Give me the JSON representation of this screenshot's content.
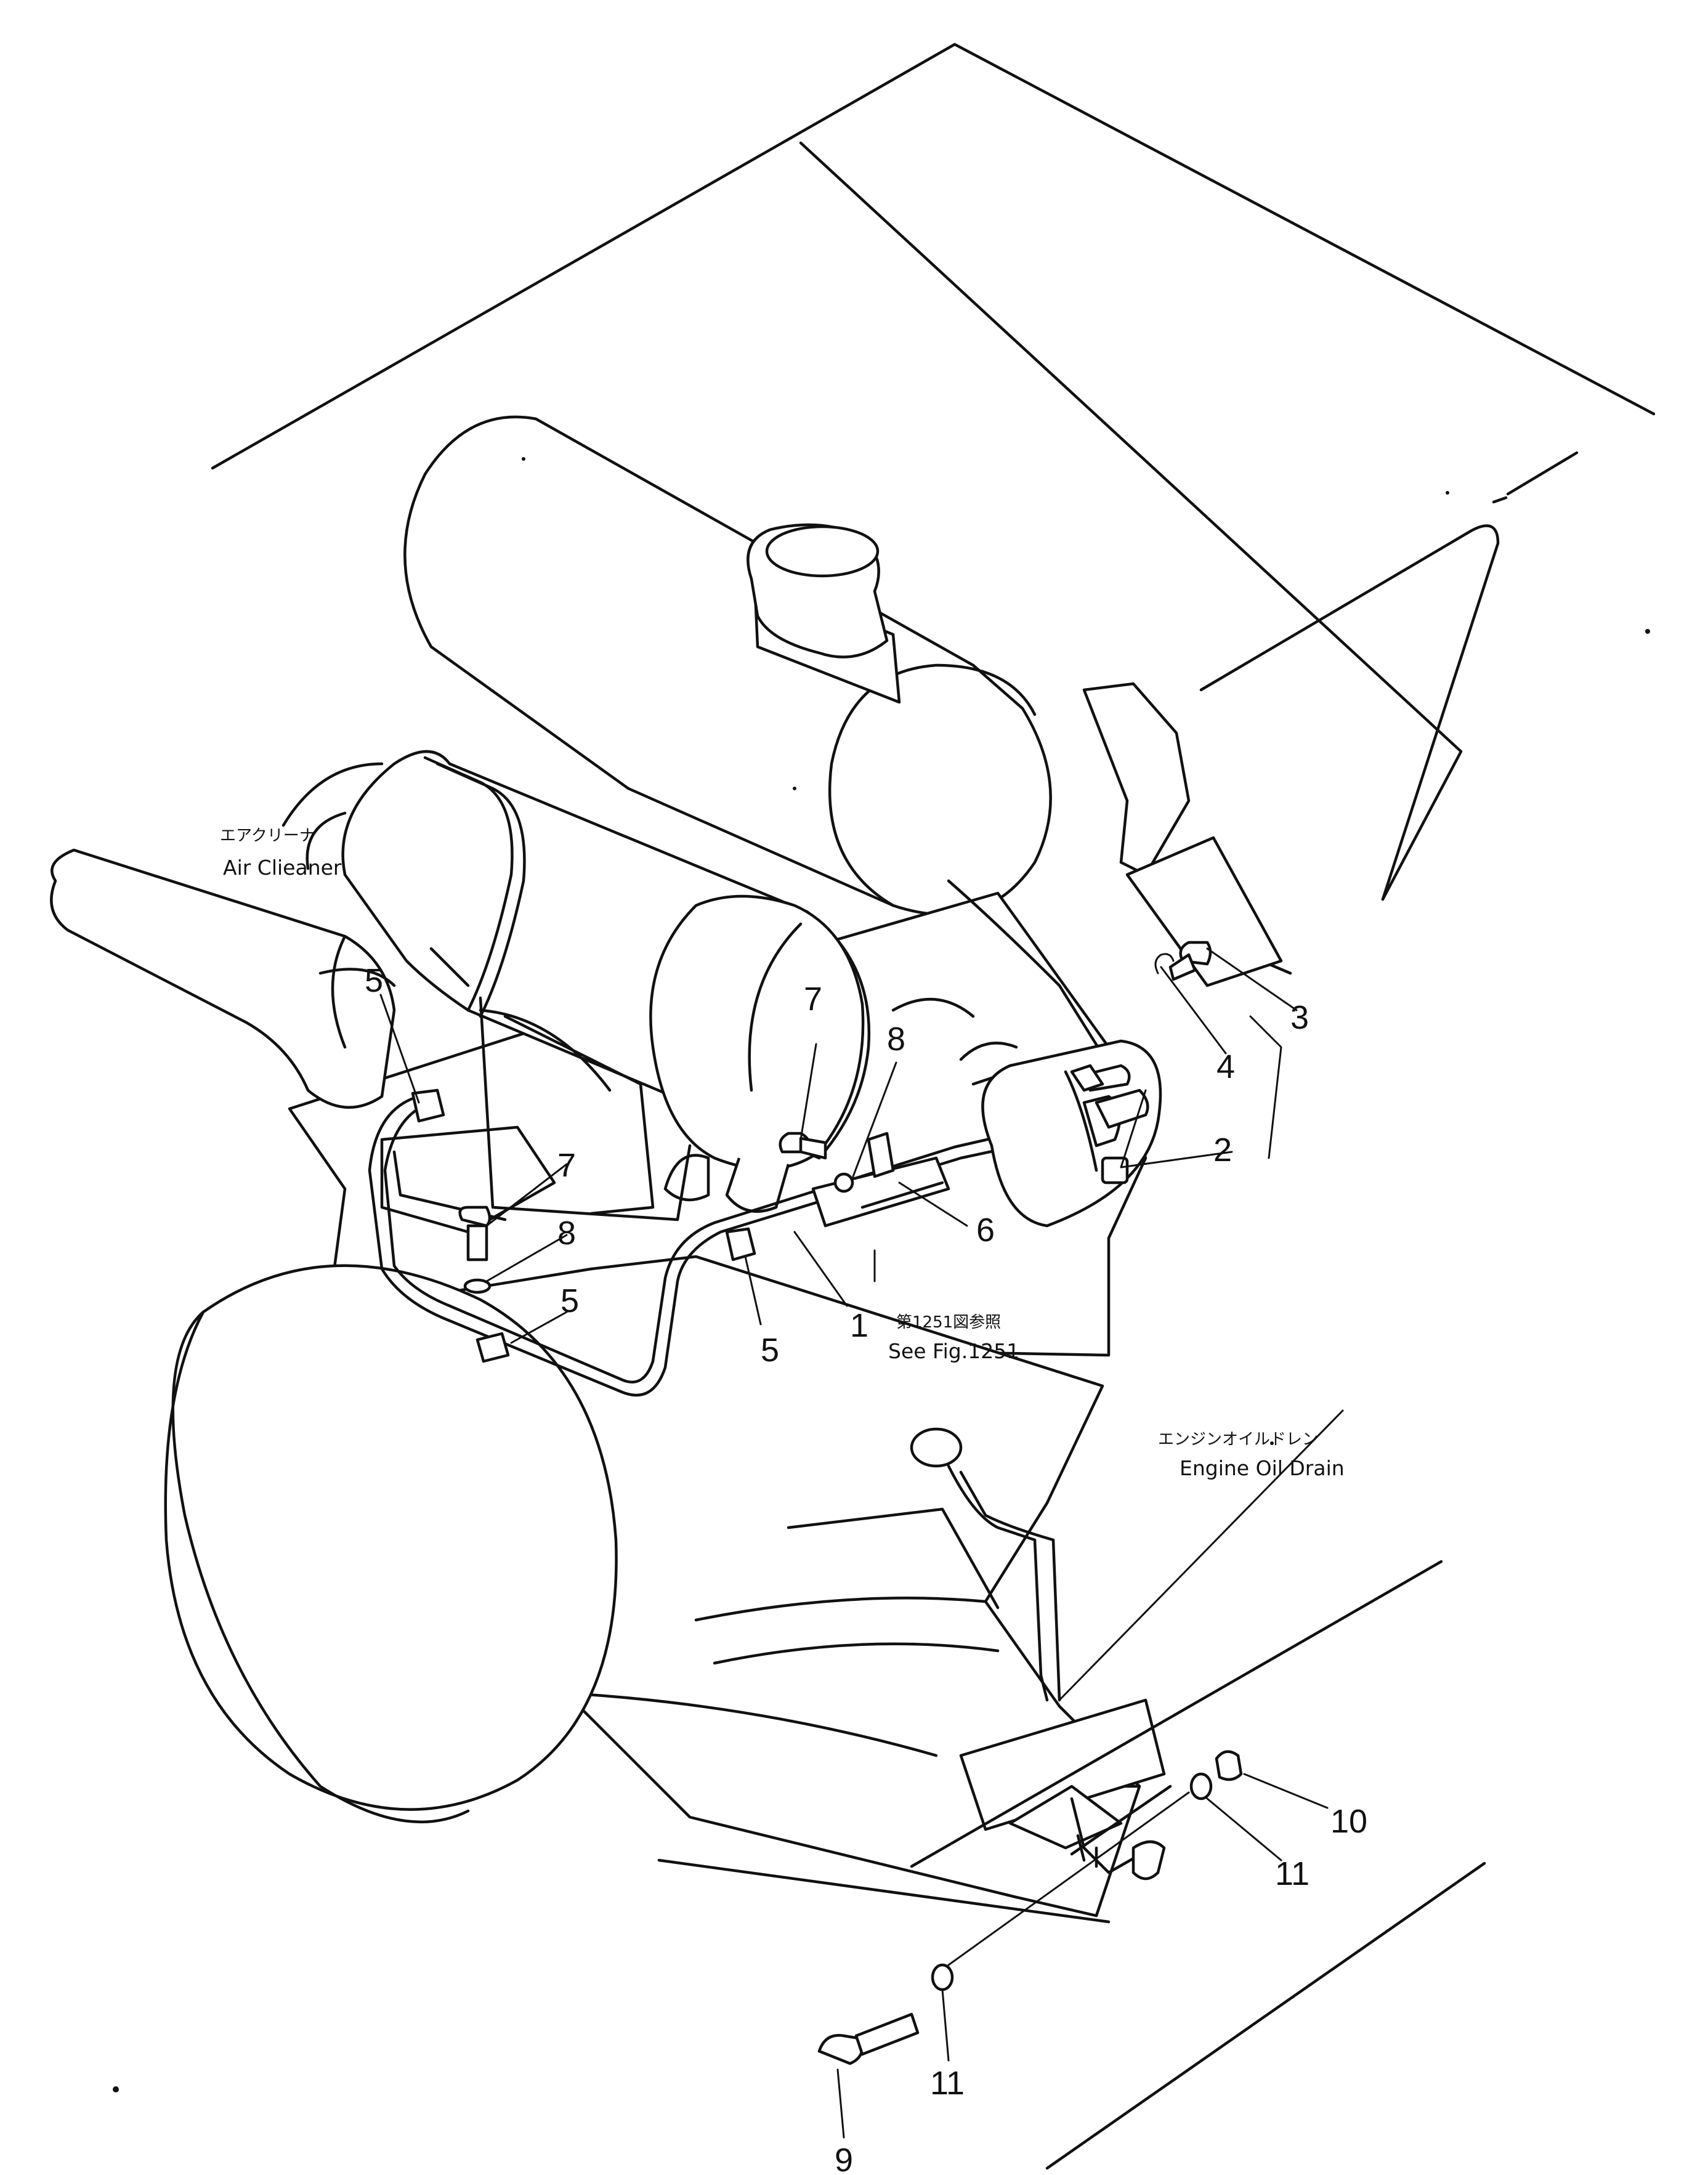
{
  "callouts": {
    "c1": "1",
    "c2": "2",
    "c3": "3",
    "c4": "4",
    "c5": "5",
    "c6": "6",
    "c7": "7",
    "c8": "8",
    "c9": "9",
    "c10": "10",
    "c11": "11"
  },
  "labels": {
    "air_cleaner_jp": "エアクリーナ",
    "air_cleaner_en": "Air Clieaner",
    "see_fig_jp": "第1251図参照",
    "see_fig_en": "See Fig.1251",
    "engine_oil_drain_jp": "エンジンオイルドレン",
    "engine_oil_drain_en": "Engine Oil Drain"
  }
}
